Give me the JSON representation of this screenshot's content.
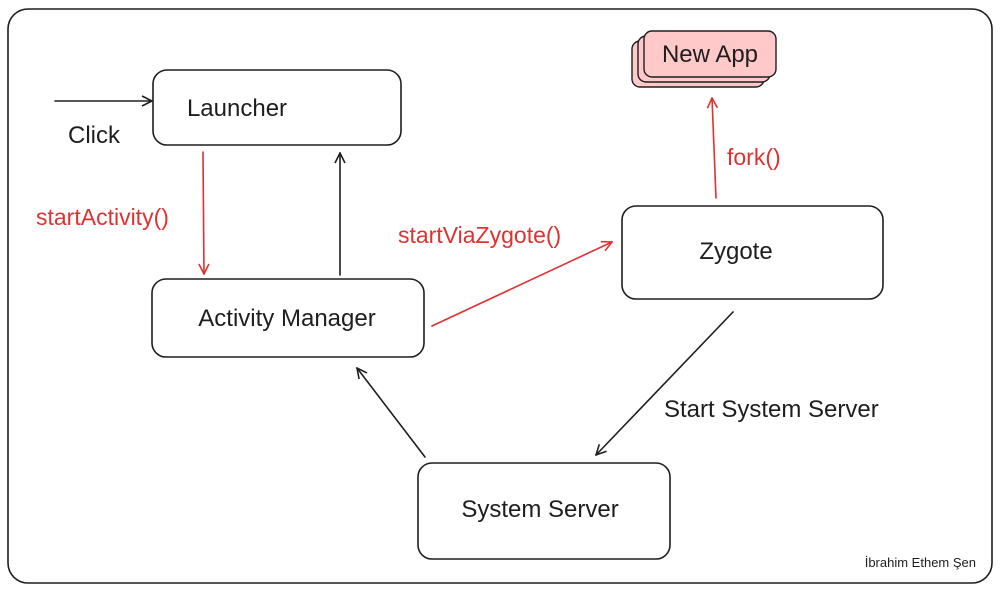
{
  "nodes": {
    "launcher": "Launcher",
    "activity_manager": "Activity Manager",
    "zygote": "Zygote",
    "system_server": "System Server",
    "new_app": "New App"
  },
  "edges": {
    "click": "Click",
    "start_activity": "startActivity()",
    "start_via_zygote": "startViaZygote()",
    "fork": "fork()",
    "start_system_server": "Start System Server"
  },
  "credit": "İbrahim Ethem Şen",
  "colors": {
    "stroke": "#1e1e1e",
    "accent_red": "#e03131",
    "new_app_fill": "#ffc9c9"
  }
}
